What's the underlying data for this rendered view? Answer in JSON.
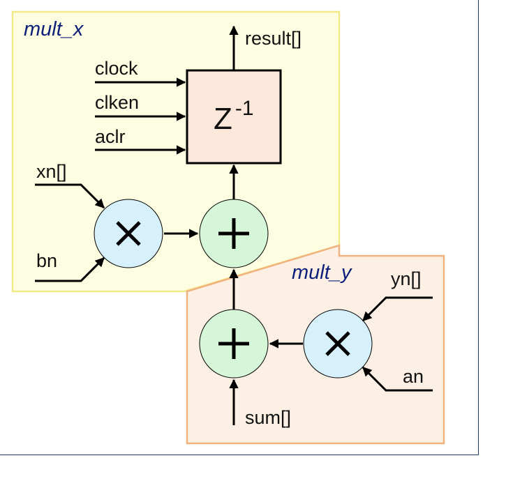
{
  "blocks": {
    "mult_x": {
      "title": "mult_x"
    },
    "mult_y": {
      "title": "mult_y"
    }
  },
  "signals": {
    "result": "result[]",
    "clock": "clock",
    "clken": "clken",
    "aclr": "aclr",
    "xn": "xn[]",
    "bn": "bn",
    "yn": "yn[]",
    "an": "an",
    "sum": "sum[]"
  },
  "delay": {
    "base": "Z",
    "exp": "-1"
  },
  "colors": {
    "mult_x_fill": "#fdfde2",
    "mult_x_border": "#f3e88a",
    "mult_y_fill": "#fcf0e4",
    "mult_y_border": "#f0b27e",
    "delay_fill": "#fbe8da",
    "multiplier_fill": "#d6f1fb",
    "adder_fill": "#d6f6d8",
    "title_color": "#0d1f7a"
  }
}
